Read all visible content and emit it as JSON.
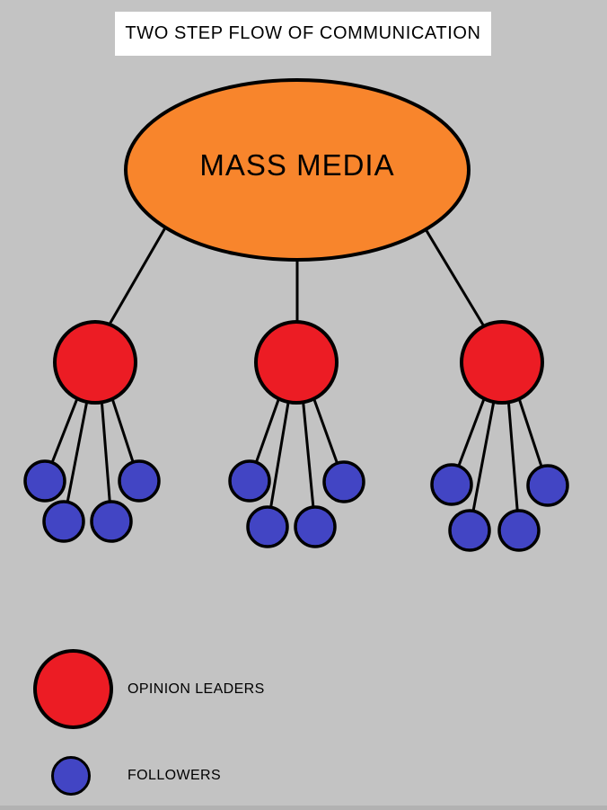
{
  "title": "TWO STEP FLOW OF COMMUNICATION",
  "colors": {
    "background": "#C3C3C3",
    "title_bg": "#FFFFFF",
    "mass_media_fill": "#F8852C",
    "leader_fill": "#EC1C24",
    "follower_fill": "#4245C4",
    "outline": "#000000"
  },
  "diagram": {
    "mass_media_label": "MASS MEDIA",
    "cluster_count": 3,
    "followers_per_cluster": 4
  },
  "legend": {
    "items": [
      {
        "label": "OPINION LEADERS",
        "shape": "large-red-circle"
      },
      {
        "label": "FOLLOWERS",
        "shape": "small-blue-circle"
      }
    ]
  }
}
